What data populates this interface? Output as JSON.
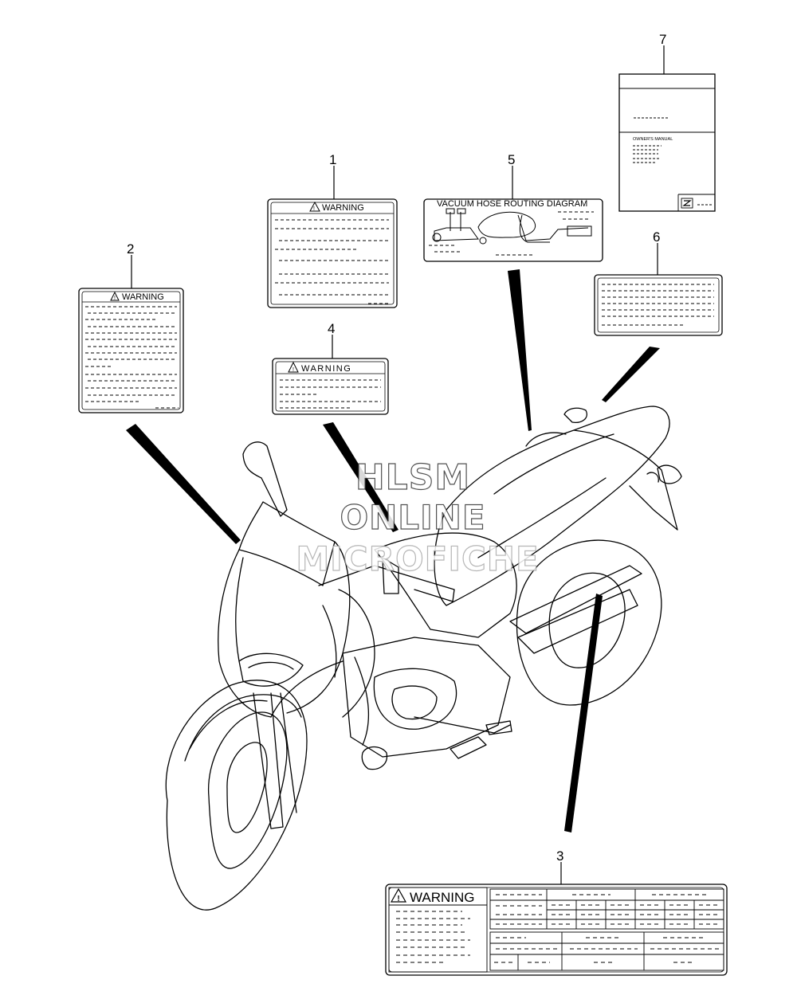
{
  "callouts": [
    "1",
    "2",
    "3",
    "4",
    "5",
    "6",
    "7"
  ],
  "labels": {
    "warning_1": "WARNING",
    "warning_2": "WARNING",
    "warning_3": "WARNING",
    "warning_4": "WARNING",
    "vacuum_title": "VACUUM HOSE ROUTING DIAGRAM",
    "manual_title": "OWNER'S MANUAL"
  },
  "watermark": {
    "line1": "HLSM",
    "line2": "ONLINE",
    "line3": "MICROFICHE"
  }
}
